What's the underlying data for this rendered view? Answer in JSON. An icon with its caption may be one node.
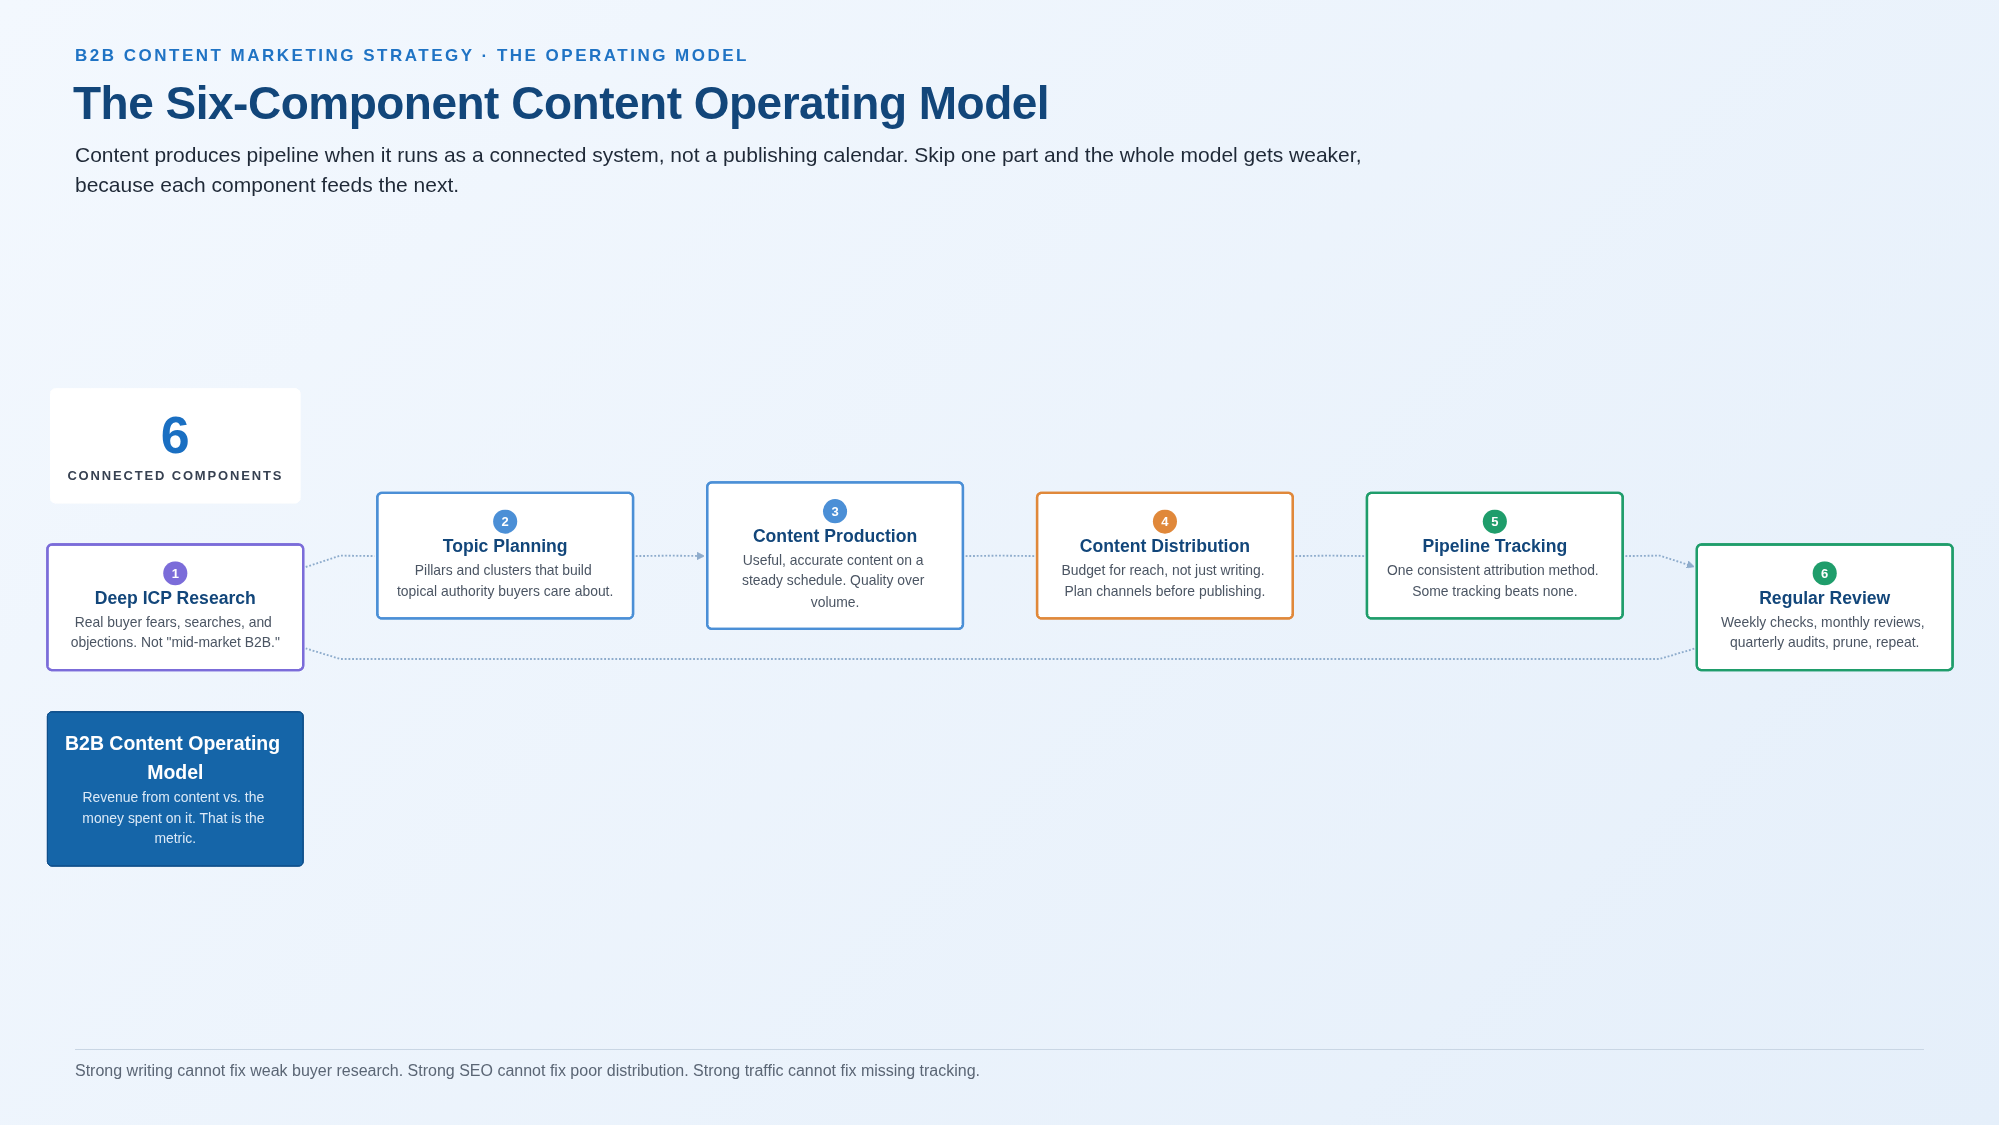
{
  "diagram": {
    "title": "The Six-Component Content Operating Model",
    "caption": "Strong writing cannot fix weak buyer research. Strong SEO cannot fix poor distribution. Strong traffic cannot fix missing tracking.",
    "nodes": [
      {
        "text": [
          "6",
          "CONNECTED COMPONENTS"
        ]
      },
      {
        "text": [
          "1",
          "Deep ICP Research",
          "Real buyer fears, searches, and objections. Not \"mid-market B2B.\""
        ]
      },
      {
        "text": [
          "2",
          "Topic Planning",
          "Pillars and clusters that build topical authority buyers care about."
        ]
      },
      {
        "text": [
          "3",
          "Content Production",
          "Useful, accurate content on a steady schedule. Quality over volume."
        ]
      },
      {
        "text": [
          "4",
          "Content Distribution",
          "Budget for reach, not just writing. Plan channels before publishing."
        ]
      },
      {
        "text": [
          "5",
          "Pipeline Tracking",
          "One consistent attribution method. Some tracking beats none."
        ]
      },
      {
        "text": [
          "6",
          "Regular Review",
          "Weekly checks, monthly reviews, quarterly audits, prune, repeat."
        ]
      },
      {
        "text": [
          "B2B Content Operating Model",
          "Revenue from content vs. the money spent on it. That is the metric."
        ]
      }
    ],
    "edges": [
      {
        "from": 1,
        "to": 2,
        "arrow": "none",
        "style": "dashed"
      },
      {
        "from": 2,
        "to": 3,
        "arrow": "to",
        "style": "dashed"
      },
      {
        "from": 3,
        "to": 4,
        "arrow": "none",
        "style": "dashed"
      },
      {
        "from": 4,
        "to": 5,
        "arrow": "none",
        "style": "dashed"
      },
      {
        "from": 5,
        "to": 6,
        "arrow": "to",
        "style": "dashed"
      },
      {
        "from": 6,
        "to": 1,
        "arrow": "none",
        "style": "dashed"
      }
    ],
    "labels": [
      "B2B CONTENT MARKETING STRATEGY · THE OPERATING MODEL",
      "Content produces pipeline when it runs as a connected system, not a publishing calendar. Skip one part and the whole model gets weaker, because each component feeds the next."
    ]
  }
}
